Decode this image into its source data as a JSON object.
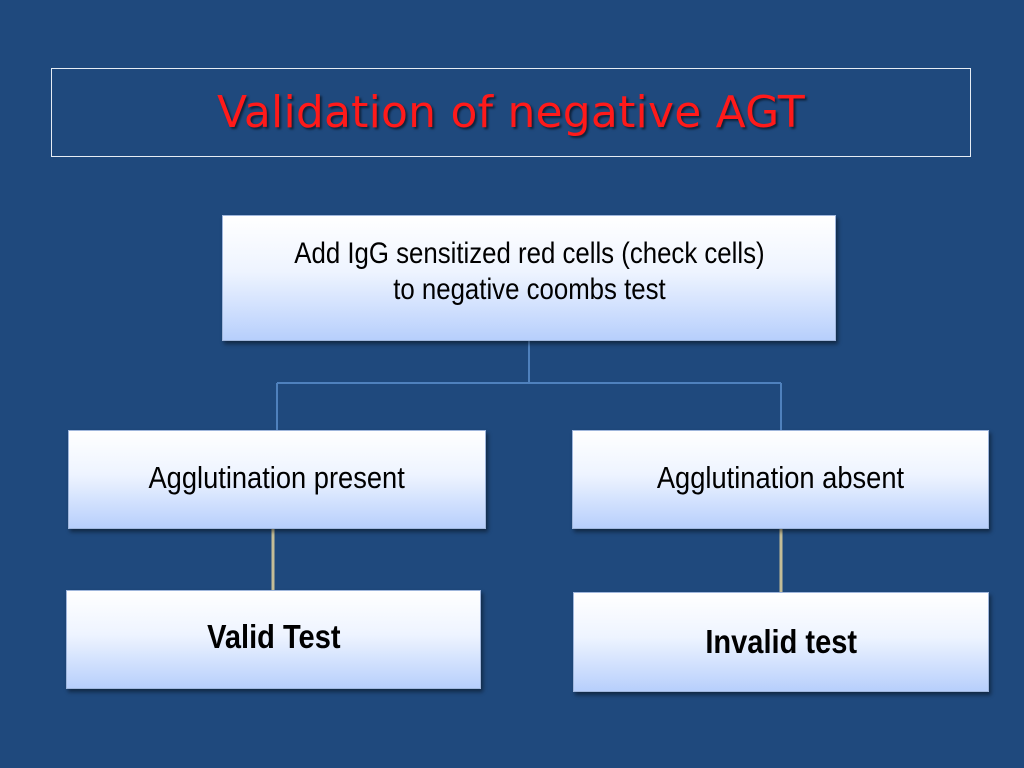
{
  "slide": {
    "title": "Validation of negative AGT"
  },
  "diagram": {
    "root": {
      "line1": "Add IgG sensitized red cells (check cells)",
      "line2": "to negative coombs test"
    },
    "branches": [
      {
        "label": "Agglutination present",
        "outcome": "Valid Test"
      },
      {
        "label": "Agglutination absent",
        "outcome": "Invalid test"
      }
    ]
  },
  "colors": {
    "background": "#1f497d",
    "title": "#ff1a1a",
    "node_top": "#ffffff",
    "node_bottom": "#b7cffc",
    "connector_tree": "#4f81bd",
    "connector_outcome": "#c4bd97"
  }
}
